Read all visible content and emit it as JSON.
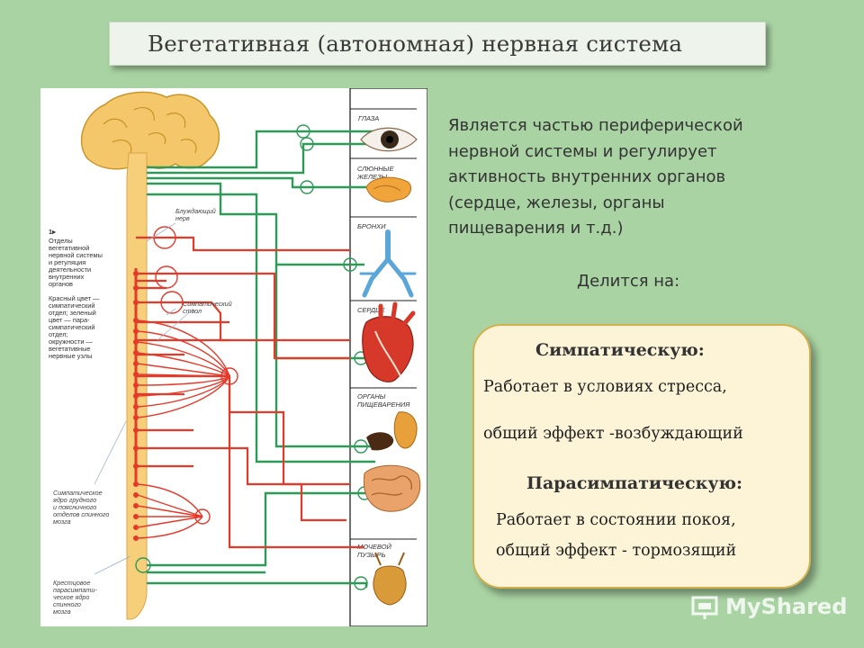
{
  "title": "Вегетативная (автономная) нервная система",
  "description_lines": [
    "Является частью периферической",
    "нервной системы и регулирует",
    "активность внутренних органов",
    "(сердце, железы, органы",
    "пищеварения и т.д.)"
  ],
  "divides_label": "Делится на:",
  "sympathetic": {
    "heading": "Симпатическую:",
    "line1": "Работает в условиях стресса,",
    "line2": "общий эффект -возбуждающий"
  },
  "parasympathetic": {
    "heading": "Парасимпатическую:",
    "line1": "Работает в состоянии покоя,",
    "line2": "общий эффект - тормозящий"
  },
  "figure": {
    "organ_labels": [
      "ГЛАЗА",
      "СЛЮННЫЕ",
      "ЖЕЛЕЗЫ",
      "БРОНХИ",
      "СЕРДЦЕ",
      "ОРГАНЫ",
      "ПИЩЕВАРЕНИЯ",
      "МОЧЕВОЙ",
      "ПУЗЫРЬ"
    ],
    "vagus_label": [
      "Блуждающий",
      "нерв"
    ],
    "sympathetic_trunk_label": [
      "Симпатический",
      "ствол"
    ],
    "caption_number": "1▸",
    "caption_lines": [
      "Отделы",
      "вегетативной",
      "нервной системы",
      "и регуляция",
      "деятельности",
      "внутренних",
      "органов",
      "",
      "Красный цвет —",
      "симпатический",
      "отдел; зеленый",
      "цвет — пара-",
      "симпатический",
      "отдел;",
      "окружности —",
      "вегетативные",
      "нервные узлы"
    ],
    "thoracic_nucleus_label": [
      "Симпатическое",
      "ядро грудного",
      "и поясничного",
      "отделов спинного",
      "мозга"
    ],
    "sacral_nucleus_label": [
      "Крестцовое",
      "парасимпати-",
      "ческое ядро",
      "спинного",
      "мозга"
    ]
  },
  "watermark": {
    "text": "MyShared"
  },
  "colors": {
    "background": "#a9d3a3",
    "sympathetic_red": "#e53a2a",
    "parasympathetic_green": "#2e9a57",
    "spinal_cord": "#f7cf7a",
    "box_border": "#d4b04a",
    "box_fill": "#fdf4d8"
  }
}
